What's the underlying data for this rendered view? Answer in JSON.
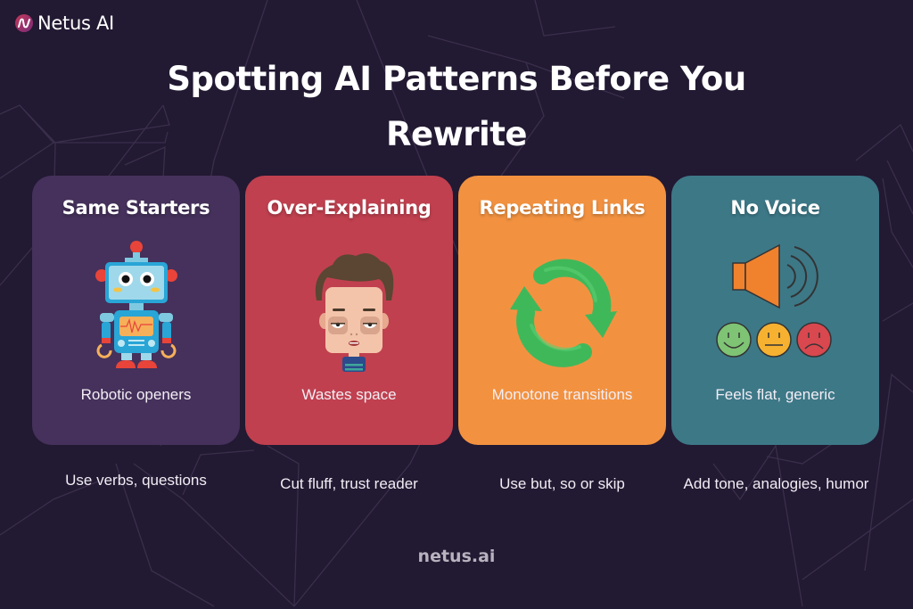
{
  "brand": {
    "name": "Netus AI",
    "footer": "netus.ai"
  },
  "title": {
    "line1": "Spotting AI Patterns Before You",
    "line2": "Rewrite"
  },
  "colors": {
    "background": "#221932",
    "card_purple": "#45315b",
    "card_red": "#c0404f",
    "card_orange": "#f29240",
    "card_teal": "#3d7887"
  },
  "cards": [
    {
      "title": "Same Starters",
      "subtitle": "Robotic openers",
      "icon": "robot-icon",
      "tip": "Use verbs, questions"
    },
    {
      "title": "Over-Explaining",
      "subtitle": "Wastes space",
      "icon": "tired-face-icon",
      "tip": "Cut fluff, trust reader"
    },
    {
      "title": "Repeating Links",
      "subtitle": "Monotone transitions",
      "icon": "refresh-arrows-icon",
      "tip": "Use but, so or skip"
    },
    {
      "title": "No Voice",
      "subtitle": "Feels flat, generic",
      "icon": "speaker-icon",
      "tip": "Add tone, analogies, humor"
    }
  ]
}
